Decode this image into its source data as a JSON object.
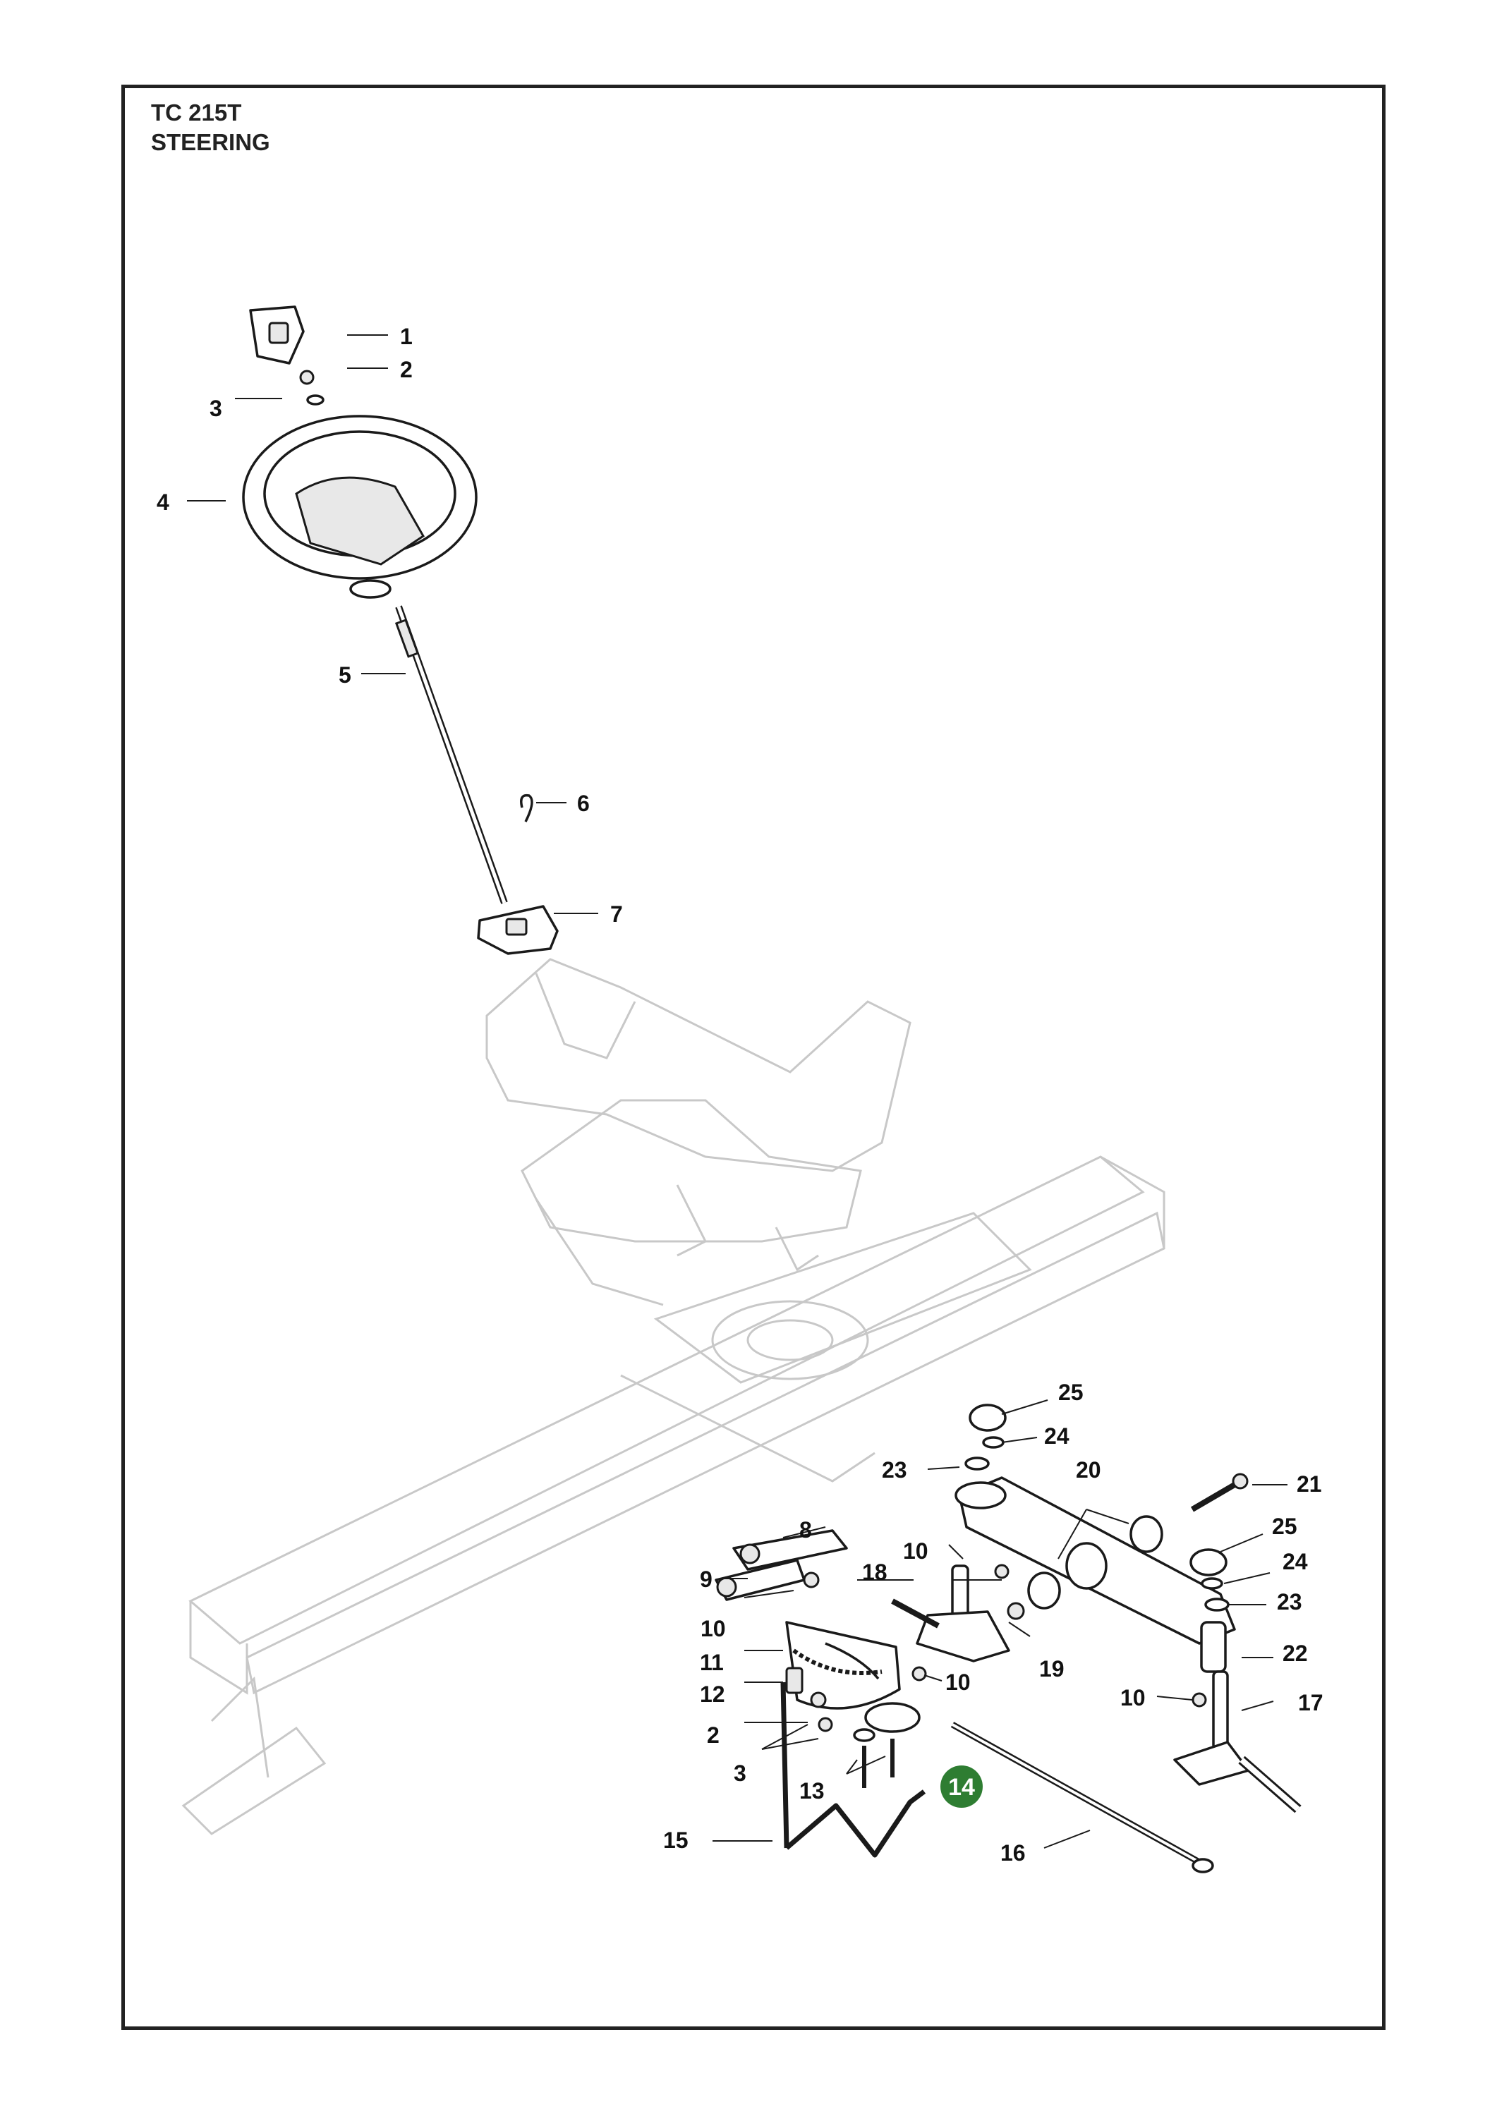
{
  "header": {
    "model": "TC 215T",
    "section": "STEERING"
  },
  "highlight_color": "#2e7d32",
  "callouts": {
    "c1": "1",
    "c2a": "2",
    "c3a": "3",
    "c4": "4",
    "c5": "5",
    "c6": "6",
    "c7": "7",
    "c8": "8",
    "c9": "9",
    "c10a": "10",
    "c10b": "10",
    "c10c": "10",
    "c10d": "10",
    "c11": "11",
    "c12": "12",
    "c2b": "2",
    "c3b": "3",
    "c13": "13",
    "c14": "14",
    "c15": "15",
    "c16": "16",
    "c17": "17",
    "c18": "18",
    "c19": "19",
    "c20": "20",
    "c21": "21",
    "c22": "22",
    "c23a": "23",
    "c24a": "24",
    "c25a": "25",
    "c23b": "23",
    "c24b": "24",
    "c25b": "25"
  }
}
